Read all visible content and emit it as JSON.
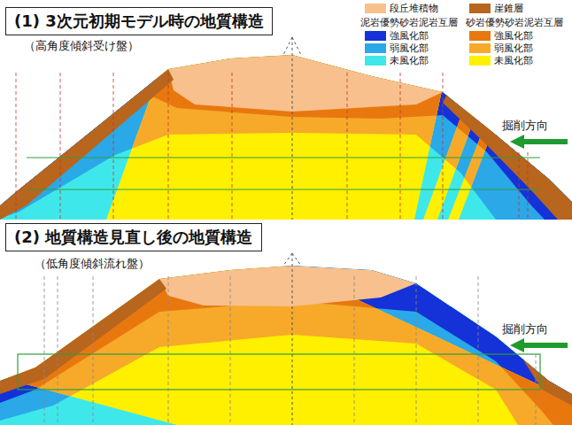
{
  "diagram": {
    "nodes": [
      {
        "text": [
          "(1) 3次元初期モデル時の地質構造"
        ]
      },
      {
        "text": [
          "(2) 地質構造見直し後の地質構造"
        ]
      }
    ],
    "labels": [
      "（高角度傾斜受け盤）",
      "掘削方向",
      "（低角度傾斜流れ盤）",
      "掘削方向",
      "泥岩優勢砂岩泥岩互層",
      "砂岩優勢砂岩泥岩互層"
    ],
    "legend": [
      {
        "text": "段丘堆積物",
        "color": "#f8c08c"
      },
      {
        "text": "崖錐層",
        "color": "#b8651e"
      },
      {
        "text": "強風化部",
        "color": "#1432d8"
      },
      {
        "text": "強風化部",
        "color": "#e8780e"
      },
      {
        "text": "弱風化部",
        "color": "#2aa8e8"
      },
      {
        "text": "弱風化部",
        "color": "#f7a92a"
      },
      {
        "text": "未風化部",
        "color": "#3ee8ea"
      },
      {
        "text": "未風化部",
        "color": "#fff000"
      }
    ]
  }
}
